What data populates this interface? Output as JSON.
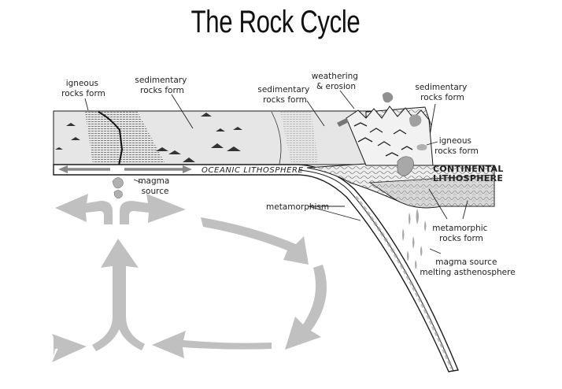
{
  "title": "The Rock Cycle",
  "labels": {
    "igneous_left": [
      "igneous",
      "rocks form"
    ],
    "sedimentary_left": [
      "sedimentary",
      "rocks form"
    ],
    "sedimentary_mid": [
      "sedimentary",
      "rocks form"
    ],
    "weathering": [
      "weathering",
      "& erosion"
    ],
    "sedimentary_right": [
      "sedimentary",
      "rocks form"
    ],
    "igneous_right": [
      "igneous",
      "rocks form"
    ],
    "continental": [
      "CONTINENTAL",
      "LITHOSPHERE"
    ],
    "oceanic": "OCEANIC LITHOSPHERE",
    "magma_left": [
      "magma",
      "source"
    ],
    "metamorphism": "metamorphism",
    "metamorphic": [
      "metamorphic",
      "rocks form"
    ],
    "magma_right": [
      "magma source",
      "melting asthenosphere"
    ]
  },
  "colors": {
    "sediment_fill": "#e6e6e6",
    "arrow_gray": "#c0c0c0",
    "line": "#1a1a1a",
    "rock_gray": "#a8a8a8"
  }
}
